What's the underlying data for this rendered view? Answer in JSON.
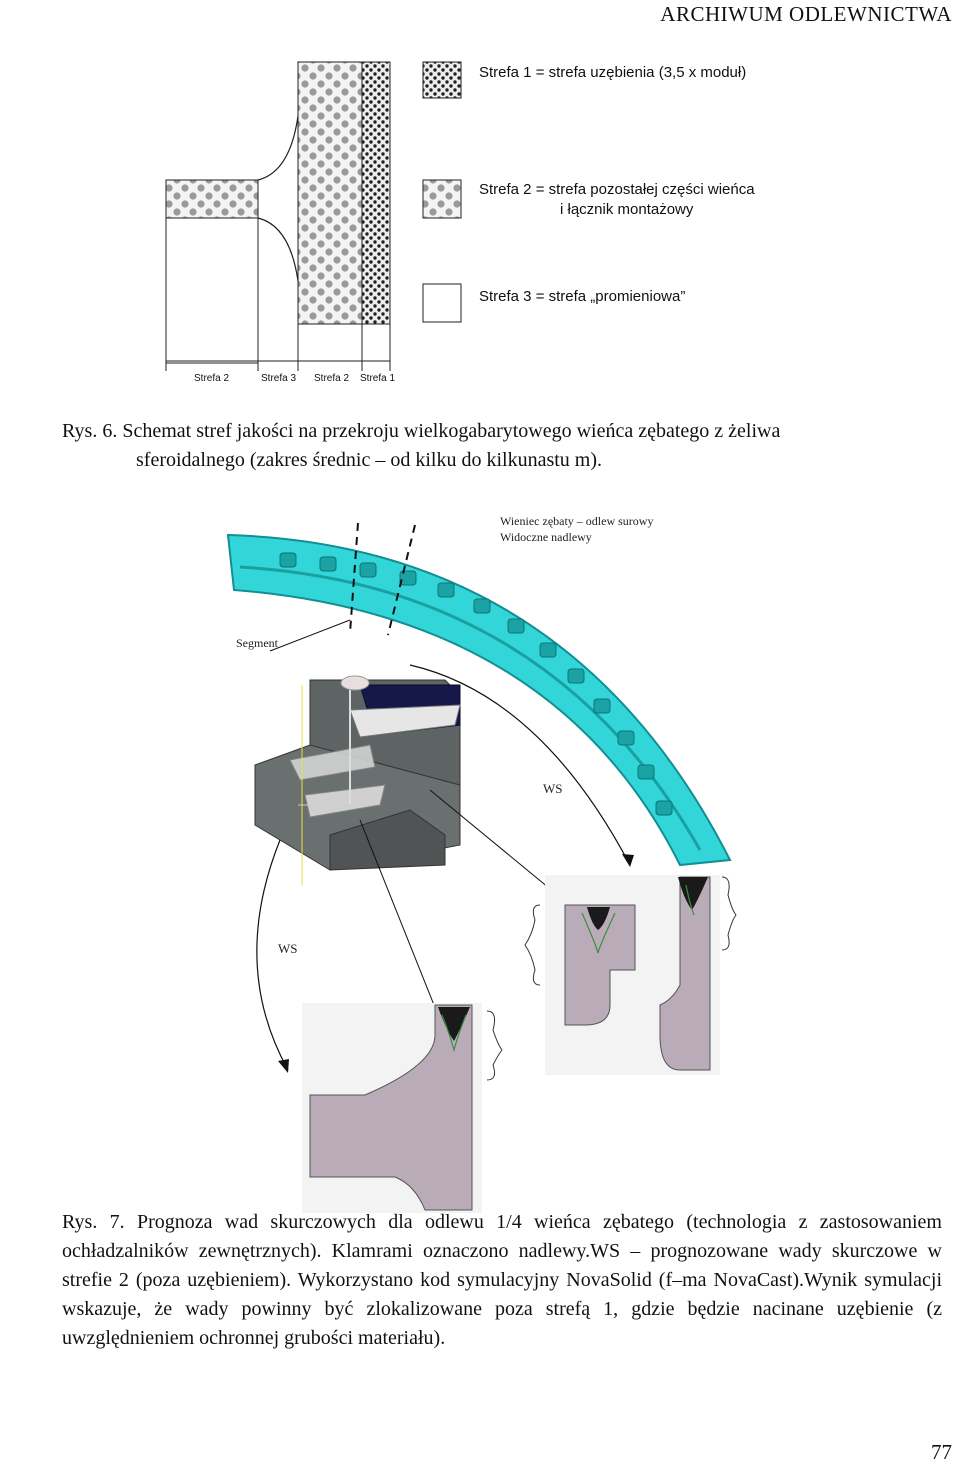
{
  "header": {
    "journal": "ARCHIWUM ODLEWNICTWA"
  },
  "figure6": {
    "legend": [
      {
        "text": "Strefa 1 = strefa uzębienia (3,5 x moduł)"
      },
      {
        "line1": "Strefa 2 = strefa pozostałej części wieńca",
        "line2": "i łącznik montażowy"
      },
      {
        "text": "Strefa 3 = strefa „promieniowa”"
      }
    ],
    "axis_labels": [
      "Strefa 2",
      "Strefa 3",
      "Strefa 2",
      "Strefa 1"
    ],
    "caption_line1": "Rys. 6. Schemat stref jakości na przekroju wielkogabarytowego wieńca zębatego z żeliwa",
    "caption_line2": "sferoidalnego (zakres średnic – od kilku do kilkunastu m)."
  },
  "figure7": {
    "labels": {
      "title_line1": "Wieniec zębaty – odlew surowy",
      "title_line2": "Widoczne nadlewy",
      "segment": "Segment",
      "ws_upper": "WS",
      "ws_lower": "WS"
    },
    "colors": {
      "ring": "#33d6d8",
      "section": "#b9acb8",
      "defect": "#1a1a1a"
    },
    "caption": "Rys. 7. Prognoza wad skurczowych dla odlewu 1/4 wieńca zębatego (technologia z zastosowaniem ochładzalników zewnętrznych). Klamrami oznaczono nadlewy.WS – prognozowane wady skurczowe w strefie 2 (poza uzębieniem). Wykorzystano kod symulacyjny NovaSolid (f–ma NovaCast).Wynik symulacji wskazuje, że wady powinny być zlokalizowane poza strefą 1, gdzie będzie nacinane uzębienie (z uwzględnieniem ochronnej grubości materiału)."
  },
  "page_number": "77"
}
